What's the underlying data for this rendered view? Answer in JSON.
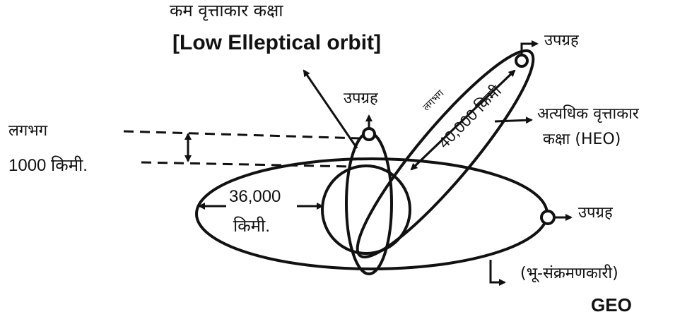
{
  "labels": {
    "low_orbit_hindi": "कम वृत्ताकार कक्षा",
    "low_orbit_english": "[Low Elleptical orbit]",
    "satellite_top_right": "उपग्रह",
    "satellite_middle": "उपग्रह",
    "satellite_right": "उपग्रह",
    "heo_hindi": "अत्यधिक वृत्ताकार",
    "heo_line2": "कक्षा (HEO)",
    "approx": "लगभग",
    "approx_1000": "1000 किमी.",
    "distance_36000_num": "36,000",
    "distance_36000_unit": "किमी.",
    "distance_40000_approx": "लगभग",
    "distance_40000": "40,000 किमी",
    "geo_hindi": "(भू-संक्रमणकारी)",
    "geo": "GEO"
  },
  "colors": {
    "ink": "#111111",
    "background": "#ffffff"
  }
}
